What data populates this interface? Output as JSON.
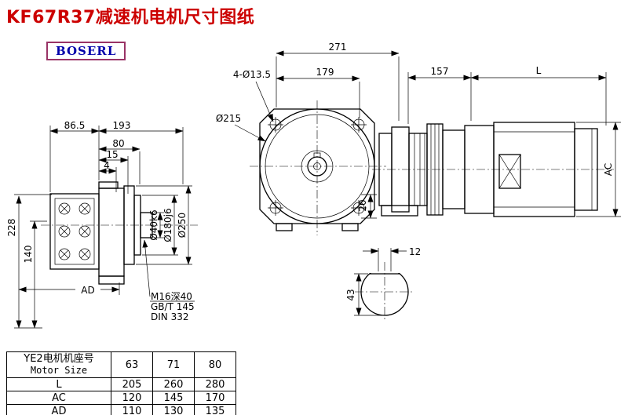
{
  "colors": {
    "title_color": "#cc0000",
    "logo_text": "#0000aa",
    "logo_border": "#993366",
    "line": "#000000"
  },
  "page": {
    "title": "KF67R37减速机电机尺寸图纸",
    "logo": "BOSERL"
  },
  "front_view": {
    "dim_width_cover": "86.5",
    "dim_width_total": "193",
    "dim_80": "80",
    "dim_15": "15",
    "dim_4": "4",
    "dim_height_total": "228",
    "dim_height_140": "140",
    "dim_ad": "AD",
    "shaft_dia": "Ø40k6",
    "spigot_dia": "Ø180j6",
    "flange_dia": "Ø250",
    "note_tap": "M16深40",
    "note_std1": "GB/T 145",
    "note_std2": "DIN 332"
  },
  "flange_view": {
    "dim_271": "271",
    "dim_179": "179",
    "holes": "4-Ø13.5",
    "dia": "Ø215",
    "dim_20": "20"
  },
  "motor_view": {
    "dim_157": "157",
    "dim_L": "L",
    "dim_AC": "AC"
  },
  "shaft_view": {
    "key_width": "12",
    "dim_43": "43"
  },
  "table": {
    "header": {
      "title_cn": "YE2电机机座号",
      "title_en": "Motor Size",
      "sizes": [
        "63",
        "71",
        "80"
      ]
    },
    "rows": [
      {
        "label": "L",
        "values": [
          "205",
          "260",
          "280"
        ]
      },
      {
        "label": "AC",
        "values": [
          "120",
          "145",
          "170"
        ]
      },
      {
        "label": "AD",
        "values": [
          "110",
          "130",
          "135"
        ]
      }
    ]
  }
}
